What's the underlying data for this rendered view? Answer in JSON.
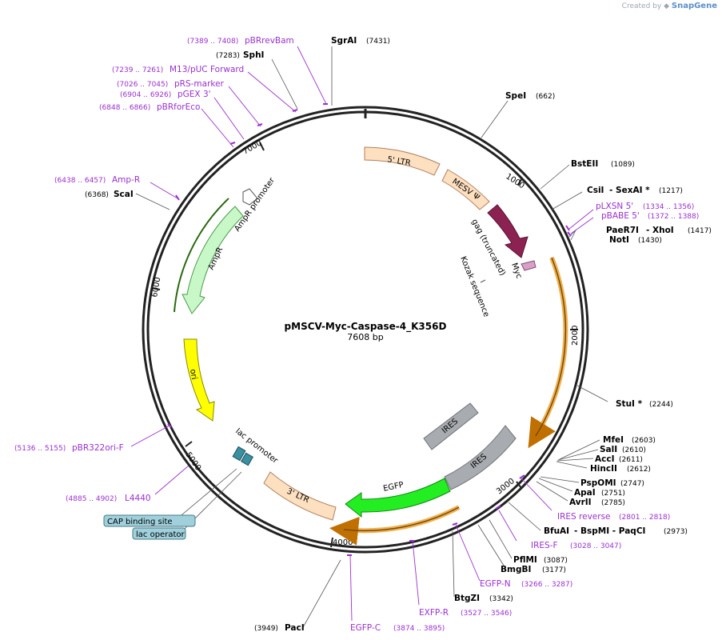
{
  "watermark": {
    "prefix": "Created by",
    "brand": "SnapGene"
  },
  "plasmid": {
    "name": "pMSCV-Myc-Caspase-4_K356D",
    "length_label": "7608 bp"
  },
  "ticks": [
    "1000",
    "2000",
    "3000",
    "4000",
    "5000",
    "6000",
    "7000"
  ],
  "features": {
    "ltr5": "5' LTR",
    "mesv": "MESV Ψ",
    "gag": "gag (truncated)",
    "myc": "Myc",
    "kozak": "Kozak sequence",
    "ires1": "IRES",
    "ires2": "IRES",
    "egfp": "EGFP",
    "ltr3": "3' LTR",
    "lacp": "lac promoter",
    "ori": "ori",
    "ampr": "AmpR",
    "amprp": "AmpR promoter"
  },
  "boxes": {
    "cap": "CAP binding site",
    "lacop": "lac operator"
  },
  "enzymes": {
    "sgrai": {
      "name": "SgrAI",
      "pos": "(7431)"
    },
    "sphi": {
      "name": "SphI",
      "pos": "(7283)"
    },
    "spei": {
      "name": "SpeI",
      "pos": "(662)"
    },
    "bsteii": {
      "name": "BstEII",
      "pos": "(1089)"
    },
    "csii": {
      "name": "CsiI",
      "extra": "- SexAI *",
      "pos": "(1217)"
    },
    "paer7i": {
      "name": "PaeR7I",
      "extra": "- XhoI",
      "pos": "(1417)"
    },
    "noti": {
      "name": "NotI",
      "pos": "(1430)"
    },
    "stui": {
      "name": "StuI *",
      "pos": "(2244)"
    },
    "mfei": {
      "name": "MfeI",
      "pos": "(2603)"
    },
    "sali": {
      "name": "SalI",
      "pos": "(2610)"
    },
    "acci": {
      "name": "AccI",
      "pos": "(2611)"
    },
    "hincii": {
      "name": "HincII",
      "pos": "(2612)"
    },
    "psppomi": {
      "name": "PspOMI",
      "pos": "(2747)"
    },
    "apai": {
      "name": "ApaI",
      "pos": "(2751)"
    },
    "avrii": {
      "name": "AvrII",
      "pos": "(2785)"
    },
    "bfuai": {
      "name": "BfuAI",
      "extra": "- BspMI - PaqCI",
      "pos": "(2973)"
    },
    "pflmi": {
      "name": "PflMI",
      "pos": "(3087)"
    },
    "bmgbi": {
      "name": "BmgBI",
      "pos": "(3177)"
    },
    "btgzi": {
      "name": "BtgZI",
      "pos": "(3342)"
    },
    "paci": {
      "name": "PacI",
      "pos": "(3949)"
    },
    "scai": {
      "name": "ScaI",
      "pos": "(6368)"
    }
  },
  "primers": {
    "pbrrevbam": {
      "name": "pBRrevBam",
      "pos": "(7389 .. 7408)"
    },
    "m13": {
      "name": "M13/pUC Forward",
      "pos": "(7239 .. 7261)"
    },
    "prs": {
      "name": "pRS-marker",
      "pos": "(7026 .. 7045)"
    },
    "pgex": {
      "name": "pGEX 3'",
      "pos": "(6904 .. 6926)"
    },
    "pbrforeco": {
      "name": "pBRforEco",
      "pos": "(6848 .. 6866)"
    },
    "ampr_primer": {
      "name": "Amp-R",
      "pos": "(6438 .. 6457)"
    },
    "plxsn": {
      "name": "pLXSN 5'",
      "pos": "(1334 .. 1356)"
    },
    "pbabe": {
      "name": "pBABE 5'",
      "pos": "(1372 .. 1388)"
    },
    "iresrev": {
      "name": "IRES reverse",
      "pos": "(2801 .. 2818)"
    },
    "iresf": {
      "name": "IRES-F",
      "pos": "(3028 .. 3047)"
    },
    "egfpn": {
      "name": "EGFP-N",
      "pos": "(3266 .. 3287)"
    },
    "exfpr": {
      "name": "EXFP-R",
      "pos": "(3527 .. 3546)"
    },
    "egfpc": {
      "name": "EGFP-C",
      "pos": "(3874 .. 3895)"
    },
    "pbr322": {
      "name": "pBR322ori-F",
      "pos": "(5136 .. 5155)"
    },
    "l4440": {
      "name": "L4440",
      "pos": "(4885 .. 4902)"
    }
  },
  "colors": {
    "backbone": "#222222",
    "ltr": "#fde0c0",
    "mesv": "#8b2252",
    "myc": "#d8a0c8",
    "orf_outline": "#f0b050",
    "ires": "#a8abb0",
    "egfp": "#22ee22",
    "ori": "#ffff00",
    "ampr": "#c8f8c8",
    "lac": "#3a8fa0",
    "primer": "#9b30d0",
    "box": "#9fd0dc"
  }
}
